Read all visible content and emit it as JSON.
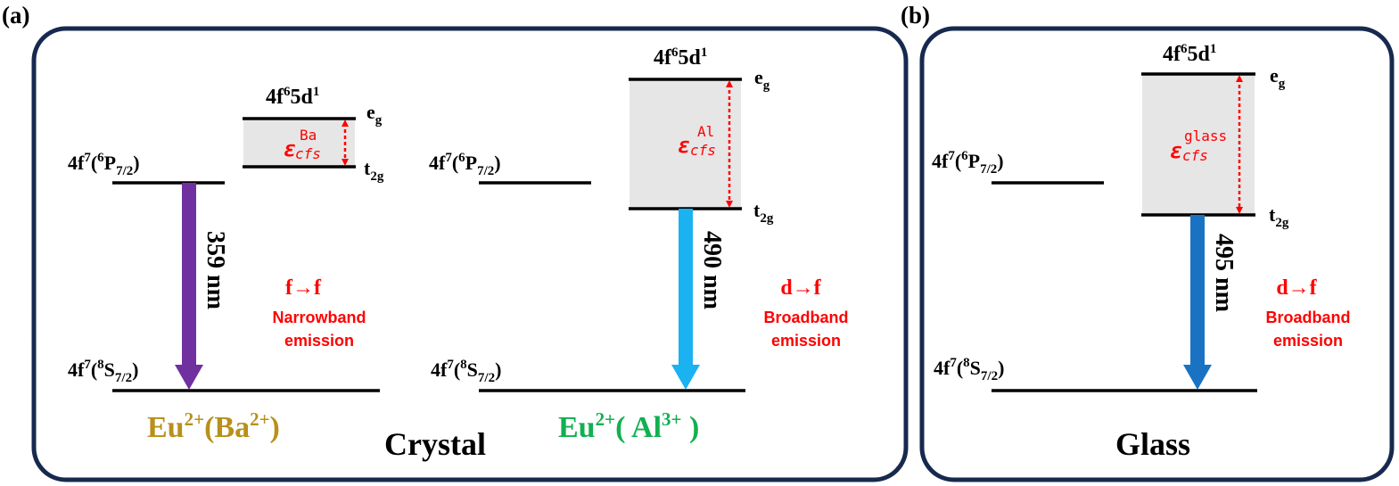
{
  "colors": {
    "panel_border": "#17294f",
    "level_line": "#000000",
    "cfs_fill": "#e6e6e6",
    "cfs_arrow": "#ff0000",
    "arrow_359": "#7030a0",
    "arrow_490": "#1ab2f0",
    "arrow_495": "#1a73c2",
    "label_ba": "#b8901a",
    "label_al": "#11b050",
    "red_text": "#ff0000"
  },
  "panel_a": {
    "letter": "(a)",
    "title": "Crystal",
    "ba": {
      "host_label": "Eu2+(Ba2+)",
      "excited_config": "4f65d1",
      "upper_level": "eg",
      "lower_level": "t2g",
      "cfs_symbol": "εcfs",
      "cfs_superscript": "Ba",
      "f_state": "4f7(6P7/2)",
      "ground_state": "4f7(8S7/2)",
      "emission_wavelength": "359 nm",
      "transition": "f→f",
      "emission_type": [
        "Narrowband",
        "emission"
      ],
      "arrow_icon": "down-arrow-icon"
    },
    "al": {
      "host_label": "Eu2+( Al3+ )",
      "excited_config": "4f65d1",
      "upper_level": "eg",
      "lower_level": "t2g",
      "cfs_symbol": "εcfs",
      "cfs_superscript": "Al",
      "f_state": "4f7(6P7/2)",
      "ground_state": "4f7(8S7/2)",
      "emission_wavelength": "490 nm",
      "transition": "d→f",
      "emission_type": [
        "Broadband",
        "emission"
      ],
      "arrow_icon": "down-arrow-icon"
    }
  },
  "panel_b": {
    "letter": "(b)",
    "title": "Glass",
    "glass": {
      "excited_config": "4f65d1",
      "upper_level": "eg",
      "lower_level": "t2g",
      "cfs_symbol": "εcfs",
      "cfs_superscript": "glass",
      "f_state": "4f7(6P7/2)",
      "ground_state": "4f7(8S7/2)",
      "emission_wavelength": "495 nm",
      "transition": "d→f",
      "emission_type": [
        "Broadband",
        "emission"
      ],
      "arrow_icon": "down-arrow-icon"
    }
  }
}
